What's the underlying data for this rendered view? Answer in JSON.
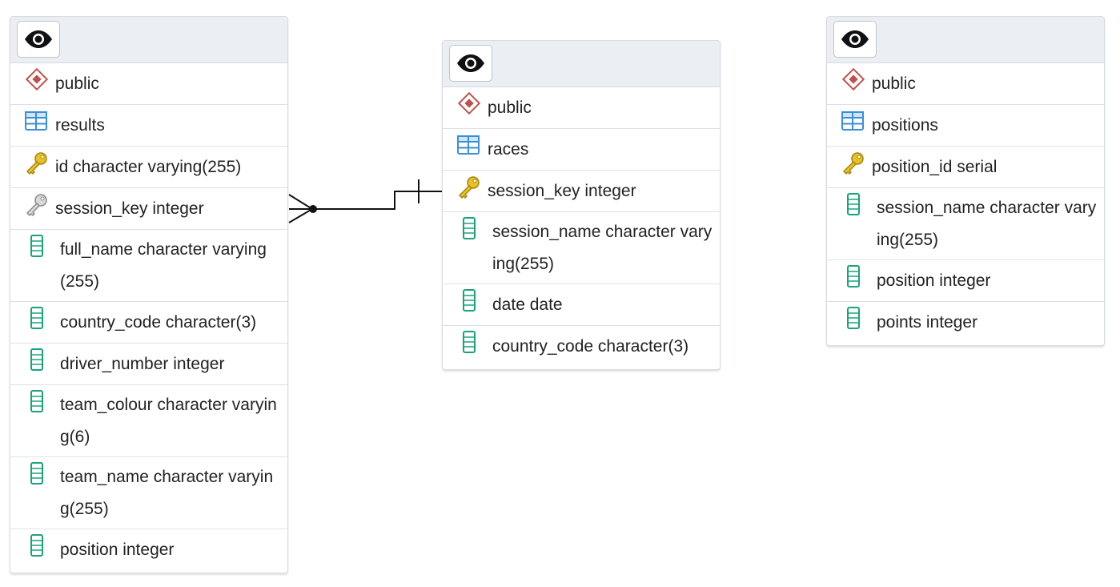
{
  "tables": [
    {
      "id": "results",
      "schema": "public",
      "name": "results",
      "columns": [
        {
          "text": "id character varying(255)",
          "kind": "pk-icon"
        },
        {
          "text": "session_key integer",
          "kind": "fk-icon"
        },
        {
          "text": "full_name character varying(255)",
          "kind": "column-icon",
          "lines": 2
        },
        {
          "text": "country_code character(3)",
          "kind": "column-icon"
        },
        {
          "text": "driver_number integer",
          "kind": "column-icon"
        },
        {
          "text": "team_colour character varying(6)",
          "kind": "column-icon",
          "lines": 2
        },
        {
          "text": "team_name character varying(255)",
          "kind": "column-icon",
          "lines": 2
        },
        {
          "text": "position integer",
          "kind": "column-icon"
        }
      ]
    },
    {
      "id": "races",
      "schema": "public",
      "name": "races",
      "columns": [
        {
          "text": "session_key integer",
          "kind": "pk-icon"
        },
        {
          "text": "session_name character varying(255)",
          "kind": "column-icon",
          "lines": 2
        },
        {
          "text": "date date",
          "kind": "column-icon"
        },
        {
          "text": "country_code character(3)",
          "kind": "column-icon"
        }
      ]
    },
    {
      "id": "positions",
      "schema": "public",
      "name": "positions",
      "columns": [
        {
          "text": "position_id serial",
          "kind": "pk-icon"
        },
        {
          "text": "session_name character varying(255)",
          "kind": "column-icon",
          "lines": 2
        },
        {
          "text": "position integer",
          "kind": "column-icon"
        },
        {
          "text": "points integer",
          "kind": "column-icon"
        }
      ]
    }
  ],
  "relations": [
    {
      "from": "results.session_key",
      "to": "races.session_key",
      "from_card": "many-optional",
      "to_card": "one"
    }
  ],
  "colors": {
    "schema_icon": "#c0504d",
    "table_icon": "#3b8fd6",
    "pk_icon": "#e6c228",
    "fk_icon": "#8a8a8a",
    "column_icon": "#1aa37a",
    "header_bg": "#ebeef3"
  }
}
